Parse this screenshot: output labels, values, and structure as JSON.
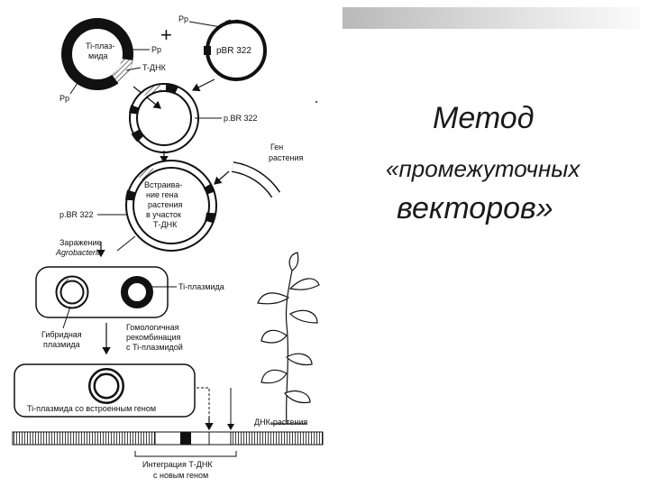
{
  "title": {
    "line1": "Метод",
    "line2": "«промежуточных",
    "line3": "векторов»"
  },
  "diagram": {
    "label_pr_top": "Pp",
    "label_plus": "+",
    "label_pr": "Pp",
    "label_ti_line1": "Ti-плаз-",
    "label_ti_line2": "мида",
    "label_pbr_small": "pBR 322",
    "label_tdnk": "T-ДНК",
    "label_pr_left": "Pp",
    "label_pbr_right": "p.BR 322",
    "label_gene_line1": "Ген",
    "label_gene_line2": "растения",
    "label_insert_line1": "Встраива-",
    "label_insert_line2": "ние гена",
    "label_insert_line3": "растения",
    "label_insert_line4": "в участок",
    "label_insert_line5": "Т-ДНК",
    "label_pbr_left": "p.BR 322",
    "label_infect_line1": "Заражение",
    "label_infect_line2": "Agrobacteria",
    "label_ti_plasmid": "Ti-плазмида",
    "label_hybrid_line1": "Гибридная",
    "label_hybrid_line2": "плазмида",
    "label_homol_line1": "Гомологичная",
    "label_homol_line2": "рекомбинация",
    "label_homol_line3": "с Ti-плазмидой",
    "label_ti_new_gene": "Ti-плазмида со встроенным геном",
    "label_dna_plant": "ДНК-растения",
    "label_integr_line1": "Интеграция Т-ДНК",
    "label_integr_line2": "с новым геном"
  }
}
